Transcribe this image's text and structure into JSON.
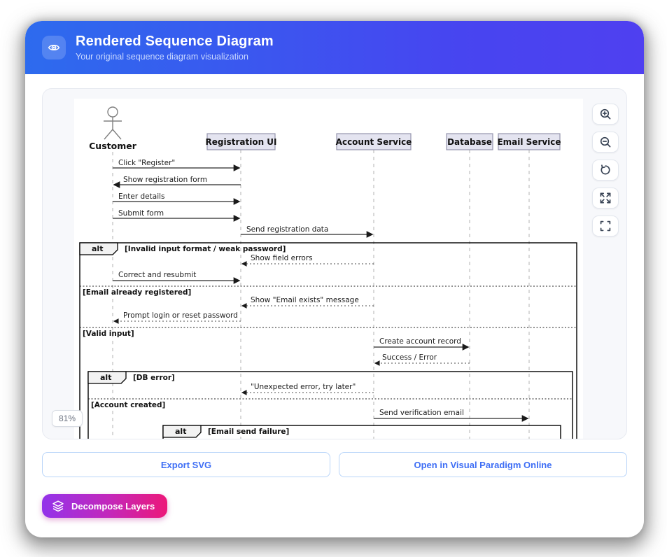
{
  "header": {
    "title": "Rendered Sequence Diagram",
    "subtitle": "Your original sequence diagram visualization",
    "icon": "eye-icon"
  },
  "viewer": {
    "zoom_badge": "81%",
    "controls": [
      "zoom-in",
      "zoom-out",
      "reset-view",
      "expand",
      "fullscreen"
    ]
  },
  "diagram": {
    "actor": "Customer",
    "participants": [
      "Registration UI",
      "Account Service",
      "Database",
      "Email Service"
    ],
    "messages": [
      "Click \"Register\"",
      "Show registration form",
      "Enter details",
      "Submit form",
      "Send registration data",
      "Show field errors",
      "Correct and resubmit",
      "Show \"Email exists\" message",
      "Prompt login or reset password",
      "Create account record",
      "Success / Error",
      "\"Unexpected error, try later\"",
      "Send verification email"
    ],
    "frames": {
      "outer": {
        "operator": "alt",
        "guards": [
          "[Invalid input format / weak password]",
          "[Email already registered]",
          "[Valid input]"
        ]
      },
      "db": {
        "operator": "alt",
        "guards": [
          "[DB error]",
          "[Account created]"
        ]
      },
      "email": {
        "operator": "alt",
        "guards": [
          "[Email send failure]"
        ]
      }
    }
  },
  "footer": {
    "export_button": "Export SVG",
    "open_button": "Open in Visual Paradigm Online",
    "decompose_button": "Decompose Layers"
  },
  "colors": {
    "header_gradient_start": "#2d6bee",
    "header_gradient_end": "#4f40f0",
    "action_text": "#3e6ef5",
    "action_border": "#b9d5f9",
    "decompose_gradient_start": "#9333ea",
    "decompose_gradient_end": "#ec1879",
    "participant_fill": "#e4e4f0",
    "panel_bg": "#f7f8fb"
  }
}
